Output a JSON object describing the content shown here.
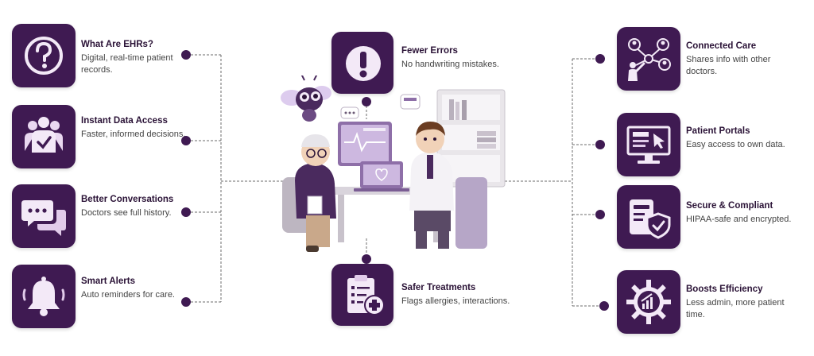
{
  "accent": "#3f1a52",
  "left": [
    {
      "title": "What Are EHRs?",
      "desc": "Digital, real-time patient records.",
      "icon": "question-icon"
    },
    {
      "title": "Instant Data Access",
      "desc": "Faster, informed decisions.",
      "icon": "group-check-icon"
    },
    {
      "title": "Better Conversations",
      "desc": "Doctors see full history.",
      "icon": "chat-bubbles-icon"
    },
    {
      "title": "Smart Alerts",
      "desc": "Auto reminders for care.",
      "icon": "bell-icon"
    }
  ],
  "center": [
    {
      "title": "Fewer Errors",
      "desc": "No handwriting mistakes.",
      "icon": "exclamation-icon"
    },
    {
      "title": "Safer Treatments",
      "desc": "Flags allergies, interactions.",
      "icon": "clipboard-plus-icon"
    }
  ],
  "right": [
    {
      "title": "Connected Care",
      "desc": "Shares info with other doctors.",
      "icon": "network-icon"
    },
    {
      "title": "Patient Portals",
      "desc": "Easy access to own data.",
      "icon": "monitor-cursor-icon"
    },
    {
      "title": "Secure & Compliant",
      "desc": "HIPAA-safe and encrypted.",
      "icon": "shield-check-icon"
    },
    {
      "title": "Boosts Efficiency",
      "desc": "Less admin, more patient time.",
      "icon": "gear-chart-icon"
    }
  ]
}
